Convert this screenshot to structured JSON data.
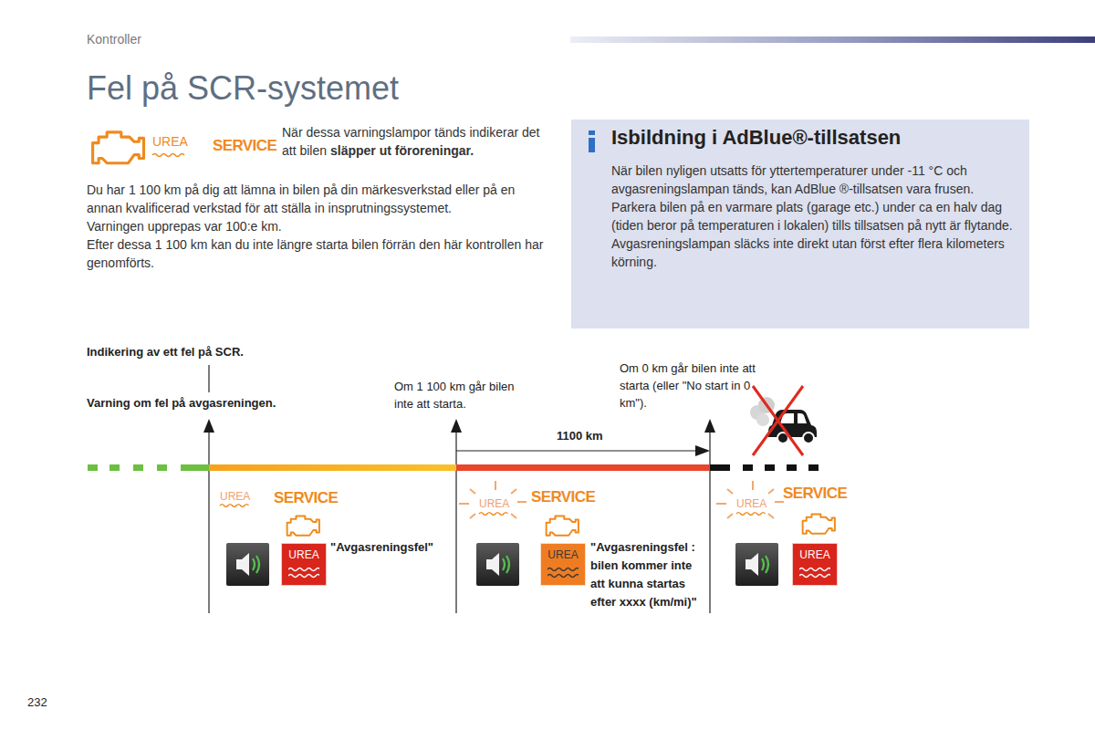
{
  "diagram": {
    "title": "Fel på SCR-systemet",
    "nodes": [
      {
        "text": [
          "Isbildning i AdBlue®-tillsatsen",
          "När bilen nyligen utsatts för yttertemperaturer under -11 °C och avgasreningslampan tänds, kan AdBlue ®-tillsatsen vara frusen. Parkera bilen på en varmare plats (garage etc.) under ca en halv dag (tiden beror på temperaturen i lokalen) tills tillsatsen på nytt är flytande.",
          "Avgasreningslampan släcks inte direkt utan först efter flera kilometers körning."
        ]
      },
      {
        "text": [
          "UREA"
        ]
      },
      {
        "text": [
          "UREA"
        ]
      },
      {
        "text": [
          "UREA"
        ]
      }
    ],
    "labels": [
      "Kontroller",
      "När dessa varningslampor tänds indikerar det att bilen",
      "släpper ut föroreningar.",
      "UREA",
      "SERVICE",
      "Du har 1 100 km på dig att lämna in bilen på din märkesverkstad eller på en annan kvalificerad verkstad för att ställa in insprutningssystemet.",
      "Varningen upprepas var 100:e km.",
      "Efter dessa 1 100 km kan du inte längre starta bilen förrän den här kontrollen har genomförts.",
      "Indikering av ett fel på SCR.",
      "Varning om fel på avgasreningen.",
      "Om 1 100 km går bilen inte att starta.",
      "Om 0 km går bilen inte att starta (eller \"No start in 0 km\").",
      "1100 km",
      "UREA",
      "SERVICE",
      "UREA",
      "SERVICE",
      "UREA",
      "SERVICE",
      "\"Avgasreningsfel\"",
      "\"Avgasreningsfel : bilen kommer inte att kunna startas efter xxxx (km/mi)\"",
      "232"
    ]
  }
}
